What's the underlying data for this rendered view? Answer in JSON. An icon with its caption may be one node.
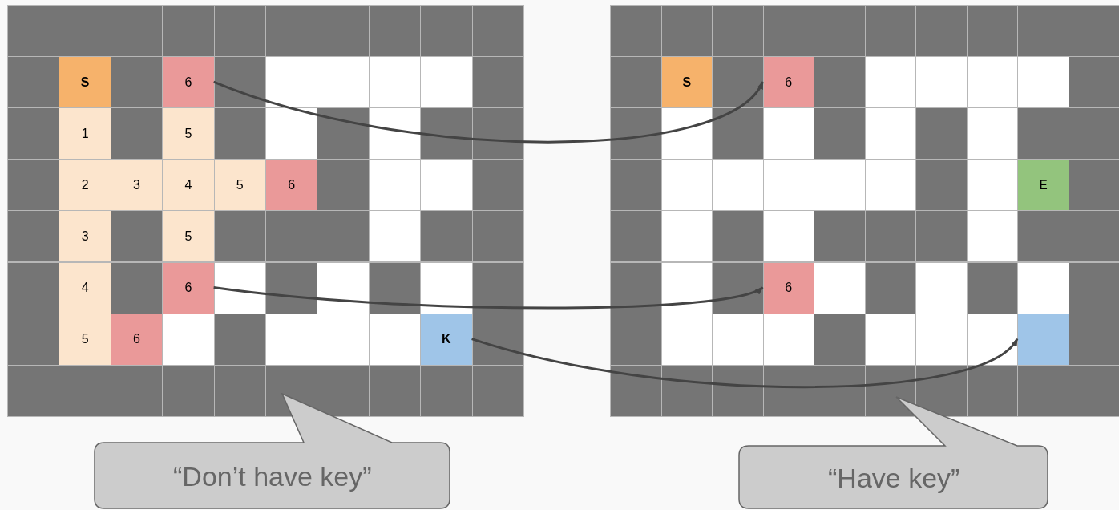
{
  "diagram": {
    "nodes": [
      {
        "text": [
          "S"
        ]
      },
      {
        "text": [
          "6"
        ]
      },
      {
        "text": [
          "1"
        ]
      },
      {
        "text": [
          "5"
        ]
      },
      {
        "text": [
          "2"
        ]
      },
      {
        "text": [
          "3"
        ]
      },
      {
        "text": [
          "4"
        ]
      },
      {
        "text": [
          "5"
        ]
      },
      {
        "text": [
          "6"
        ]
      },
      {
        "text": [
          "3"
        ]
      },
      {
        "text": [
          "5"
        ]
      },
      {
        "text": [
          "4"
        ]
      },
      {
        "text": [
          "6"
        ]
      },
      {
        "text": [
          "5"
        ]
      },
      {
        "text": [
          "6"
        ]
      },
      {
        "text": [
          "K"
        ]
      },
      {
        "text": [
          "S"
        ]
      },
      {
        "text": [
          "6"
        ]
      },
      {
        "text": [
          "E"
        ]
      },
      {
        "text": [
          "6"
        ]
      },
      {
        "text": [],
        "shape": "box"
      },
      {
        "text": [
          "“Don’t have key”"
        ]
      },
      {
        "text": [
          "“Have key”"
        ]
      }
    ],
    "edges": [
      {
        "from": 1,
        "to": 17,
        "arrow": "to"
      },
      {
        "from": 12,
        "to": 19,
        "arrow": "to"
      },
      {
        "from": 15,
        "to": 20,
        "arrow": "to"
      }
    ]
  }
}
